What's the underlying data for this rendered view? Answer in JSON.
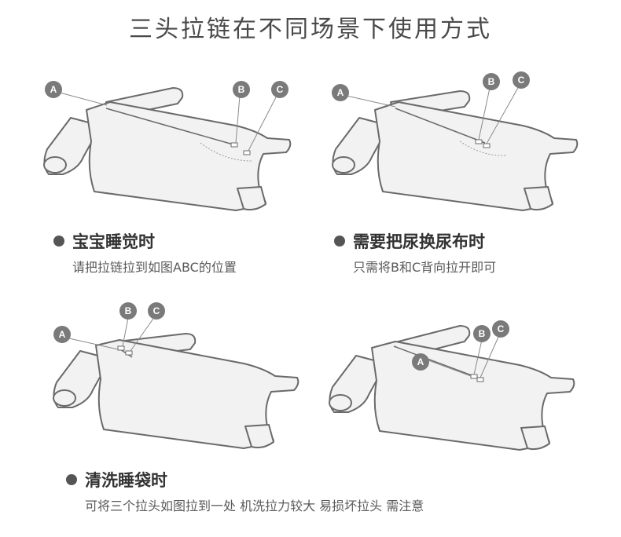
{
  "title": "三头拉链在不同场景下使用方式",
  "markers": {
    "a": "A",
    "b": "B",
    "c": "C"
  },
  "colors": {
    "outline": "#6a6a6a",
    "marker": "#7a7a7a",
    "fill": "#f2f2f2"
  },
  "scenes": [
    {
      "heading": "宝宝睡觉时",
      "description": "请把拉链拉到如图ABC的位置"
    },
    {
      "heading": "需要把尿换尿布时",
      "description": "只需将B和C背向拉开即可"
    },
    {
      "heading": "清洗睡袋时",
      "description": "可将三个拉头如图拉到一处 机洗拉力较大 易损坏拉头 需注意"
    },
    {
      "heading": "",
      "description": ""
    }
  ]
}
